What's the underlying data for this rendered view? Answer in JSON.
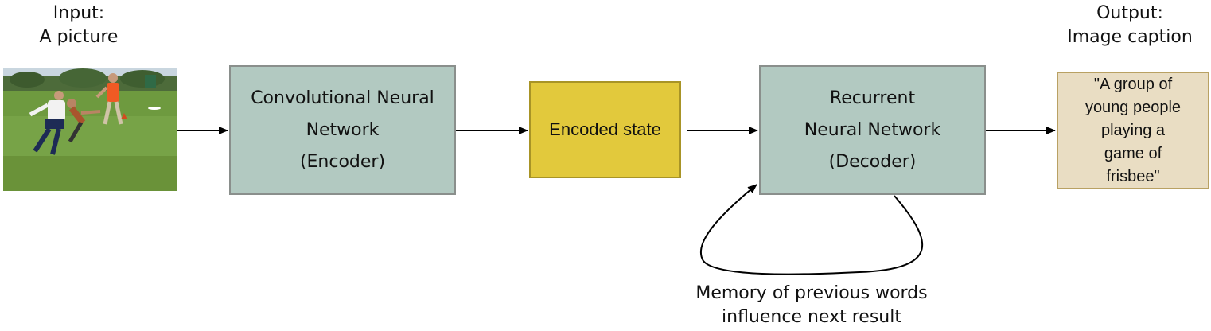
{
  "input": {
    "line1": "Input:",
    "line2": "A picture"
  },
  "output": {
    "line1": "Output:",
    "line2": "Image caption"
  },
  "cnn": {
    "line1": "Convolutional Neural",
    "line2": "Network",
    "line3": "(Encoder)"
  },
  "encoded": {
    "label": "Encoded state"
  },
  "rnn": {
    "line1": "Recurrent",
    "line2": "Neural Network",
    "line3": "(Decoder)"
  },
  "caption": {
    "line1": "\"A group of",
    "line2": "young people",
    "line3": "playing a",
    "line4": "game of",
    "line5": "frisbee\""
  },
  "memory": {
    "line1": "Memory of previous words",
    "line2": "influence next result"
  },
  "colors": {
    "network_box": "#b2c9c1",
    "encoded_box": "#e2c93c",
    "caption_box": "#e9ddc3"
  }
}
